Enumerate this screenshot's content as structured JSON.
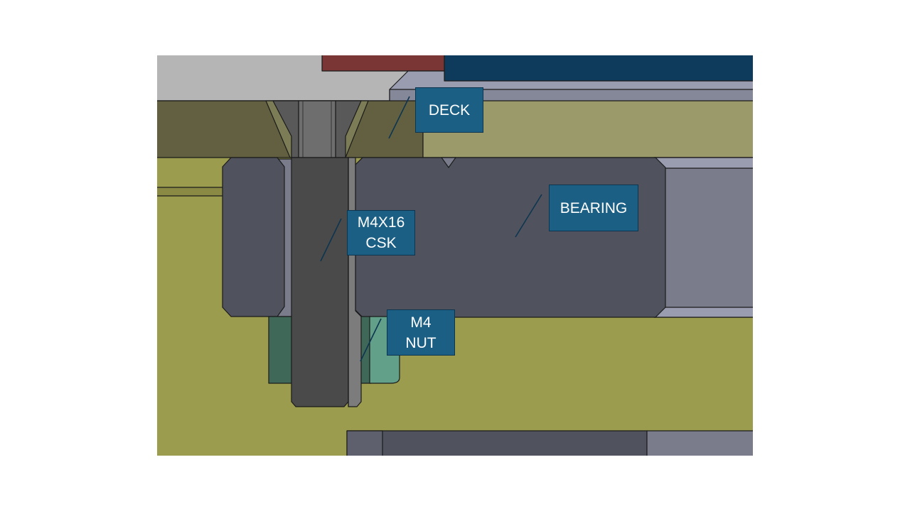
{
  "colors": {
    "background": "#ffffff",
    "gray_plate": "#b5b5b5",
    "deck_olive": "#626040",
    "deck_light": "#9a9a6a",
    "body_olive": "#9c9c4e",
    "bearing_dark": "#50535e",
    "bearing_light": "#7a7c8c",
    "top_plate": "#9a9db0",
    "red_part": "#7a3535",
    "navy_part": "#0e3a5c",
    "bolt": "#4a4a4a",
    "nut_green": "#406858",
    "nut_green_light": "#62a08a",
    "callout_fill": "#1b5f85",
    "callout_border": "#0d3550",
    "leader_line": "#0d3550"
  },
  "callouts": {
    "deck": {
      "lines": [
        "DECK"
      ]
    },
    "bearing": {
      "lines": [
        "BEARING"
      ]
    },
    "screw": {
      "lines": [
        "M4X16",
        "CSK"
      ]
    },
    "nut": {
      "lines": [
        "M4",
        "NUT"
      ]
    }
  }
}
